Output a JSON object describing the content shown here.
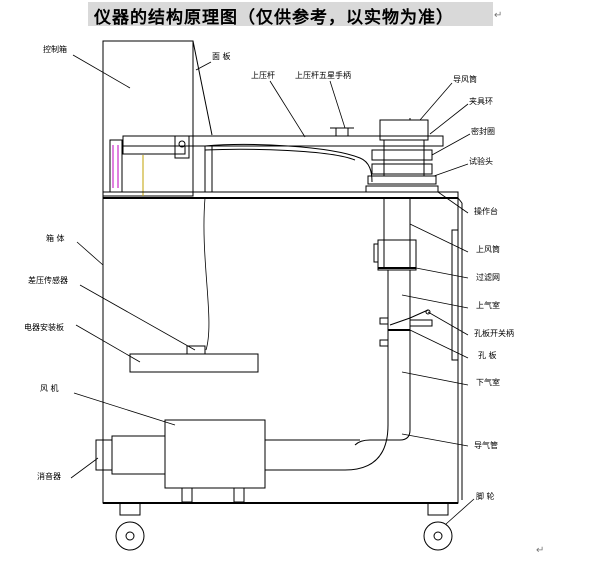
{
  "title": "仪器的结构原理图（仅供参考，以实物为准）",
  "paragraph_mark": "↵",
  "labels": {
    "control_box": "控制箱",
    "panel": "面 板",
    "upper_press_rod": "上压杆",
    "upper_press_rod_handle": "上压杆五星手柄",
    "air_guide_cylinder": "导风筒",
    "clamp_ring": "夹具环",
    "seal_ring": "密封圈",
    "test_head": "试验头",
    "operation_table": "操作台",
    "cabinet": "箱 体",
    "upper_air_cylinder": "上风筒",
    "diff_pressure_sensor": "差压传感器",
    "filter_screen": "过滤网",
    "upper_air_chamber": "上气室",
    "orifice_switch_handle": "孔板开关柄",
    "electrical_board": "电器安装板",
    "orifice_plate": "孔 板",
    "fan": "风 机",
    "lower_air_chamber": "下气室",
    "air_guide_pipe": "导气管",
    "muffler": "消音器",
    "caster": "脚 轮"
  }
}
